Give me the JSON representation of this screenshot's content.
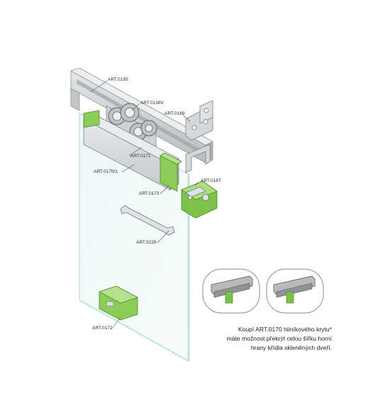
{
  "labels": {
    "art_0195": "ART.0195",
    "art_0138v": "ART.0138V",
    "art_0189": "ART.0189",
    "art_0171": "ART.0171",
    "art_0170_1": "ART.0170/1",
    "art_0187": "ART.0187",
    "art_0173": "ART.0173",
    "art_0229": "ART.0229",
    "art_0172": "ART.0172"
  },
  "note": {
    "line1": "Koupí ART.0170 hliníkového krytu*",
    "line2": "máte možnost překrýt celou šířku horní",
    "line3": "hrany křídla skleněných dveří."
  },
  "colors": {
    "accent_green": "#7cc24a",
    "rail_grey": "#c9ccce",
    "glass_edge": "#a9d7d2",
    "cover_grey": "#d7d9dc"
  }
}
